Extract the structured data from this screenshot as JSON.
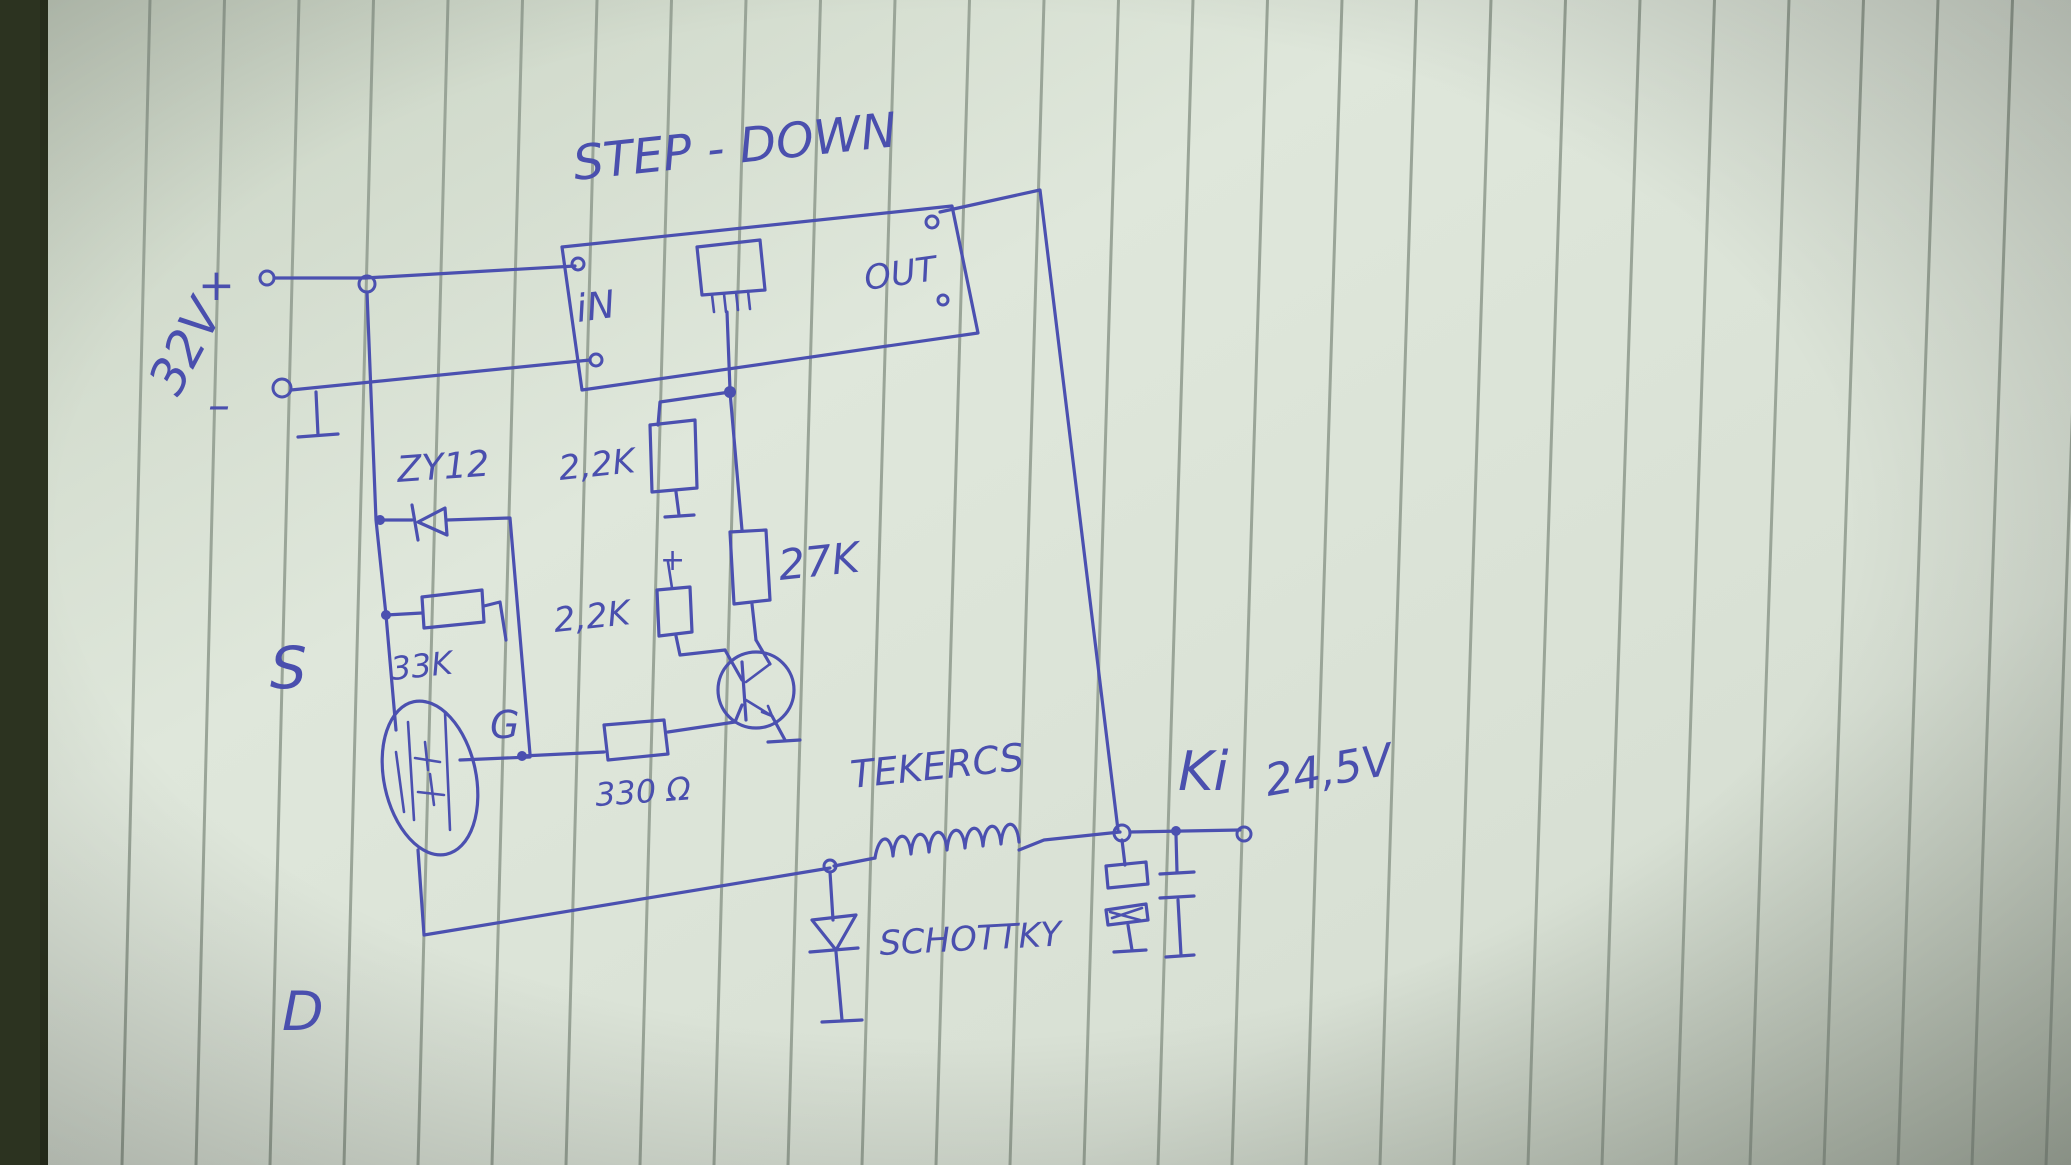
{
  "labels": {
    "title": "STEP - DOWN",
    "in": "iN",
    "out": "OUT",
    "plus": "+",
    "voltage_in": "32V",
    "minus": "–",
    "zener": "ZY12",
    "r_33k": "33K",
    "r_2k2_top": "2,2K",
    "r_2k2_mid": "2,2K",
    "r_27k": "27K",
    "r_330": "330 Ω",
    "gate": "G",
    "source": "S",
    "drain": "D",
    "coil": "TEKERCS",
    "schottky": "SCHOTTKY",
    "out_label": "Ki",
    "voltage_out": "24,5V",
    "small_plus": "+"
  },
  "colors": {
    "ink": "#4b50b0",
    "paper": "#dfe6da",
    "background": "#1f2418"
  }
}
